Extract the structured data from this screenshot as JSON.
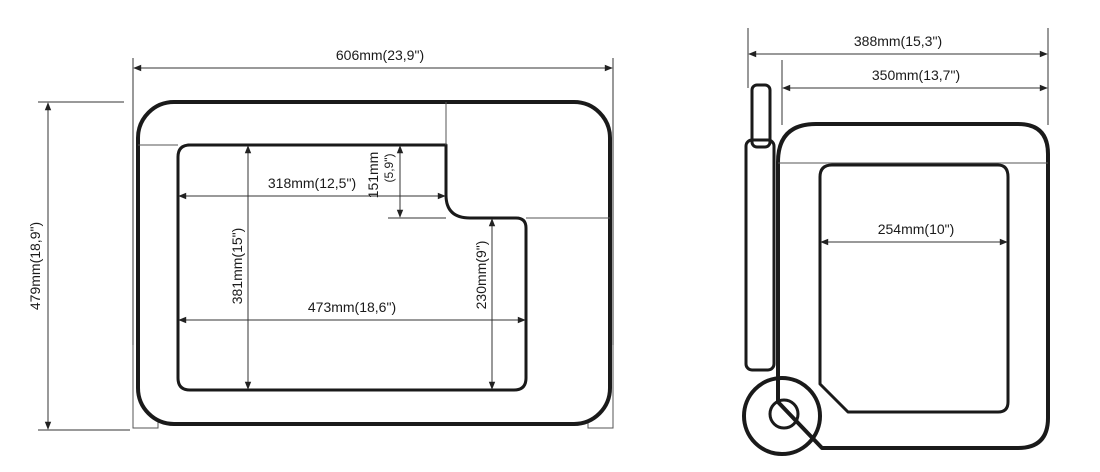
{
  "front_view": {
    "width_label": "606mm(23,9\")",
    "height_label": "479mm(18,9\")",
    "inner_width_top_label": "318mm(12,5\")",
    "step_depth_label": "151mm",
    "step_depth_inch_label": "(5,9\")",
    "inner_height_label": "381mm(15\")",
    "inner_width_bottom_label": "473mm(18,6\")",
    "lower_height_label": "230mm(9\")"
  },
  "side_view": {
    "total_depth_label": "388mm(15,3\")",
    "body_depth_label": "350mm(13,7\")",
    "inner_depth_label": "254mm(10\")"
  }
}
